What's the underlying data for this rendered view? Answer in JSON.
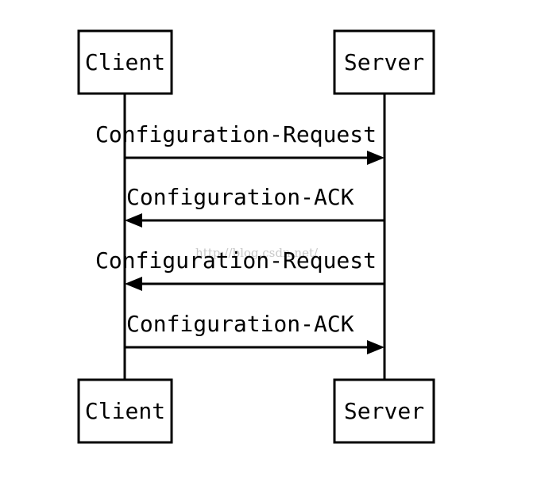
{
  "participants": {
    "client": "Client",
    "server": "Server"
  },
  "messages": [
    {
      "label": "Configuration-Request",
      "direction": "client-to-server"
    },
    {
      "label": "Configuration-ACK",
      "direction": "server-to-client"
    },
    {
      "label": "Configuration-Request",
      "direction": "server-to-client"
    },
    {
      "label": "Configuration-ACK",
      "direction": "client-to-server"
    }
  ],
  "watermark": "http://blog.csdn.net/",
  "colors": {
    "stroke": "#000000",
    "background": "#ffffff",
    "watermark": "#c8c8c8"
  }
}
